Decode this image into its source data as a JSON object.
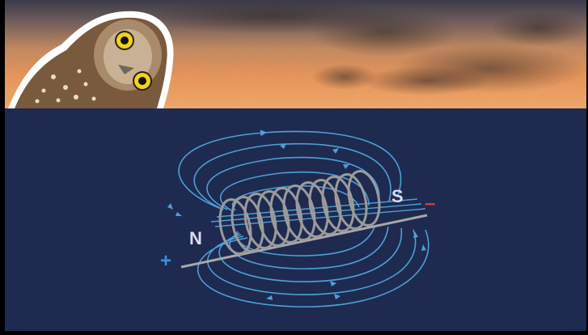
{
  "scene": {
    "colors": {
      "background_navy": "#1e2a50",
      "field_lines": "#4f9fd6",
      "coil": "#9b9b9b",
      "plus": "#3d8fd8",
      "minus": "#e03a2e"
    },
    "labels": {
      "north": "N",
      "south": "S",
      "plus": "+",
      "minus": "–"
    },
    "icons": {
      "owl": "owl-illustration",
      "birds": "starling-murmuration"
    }
  }
}
